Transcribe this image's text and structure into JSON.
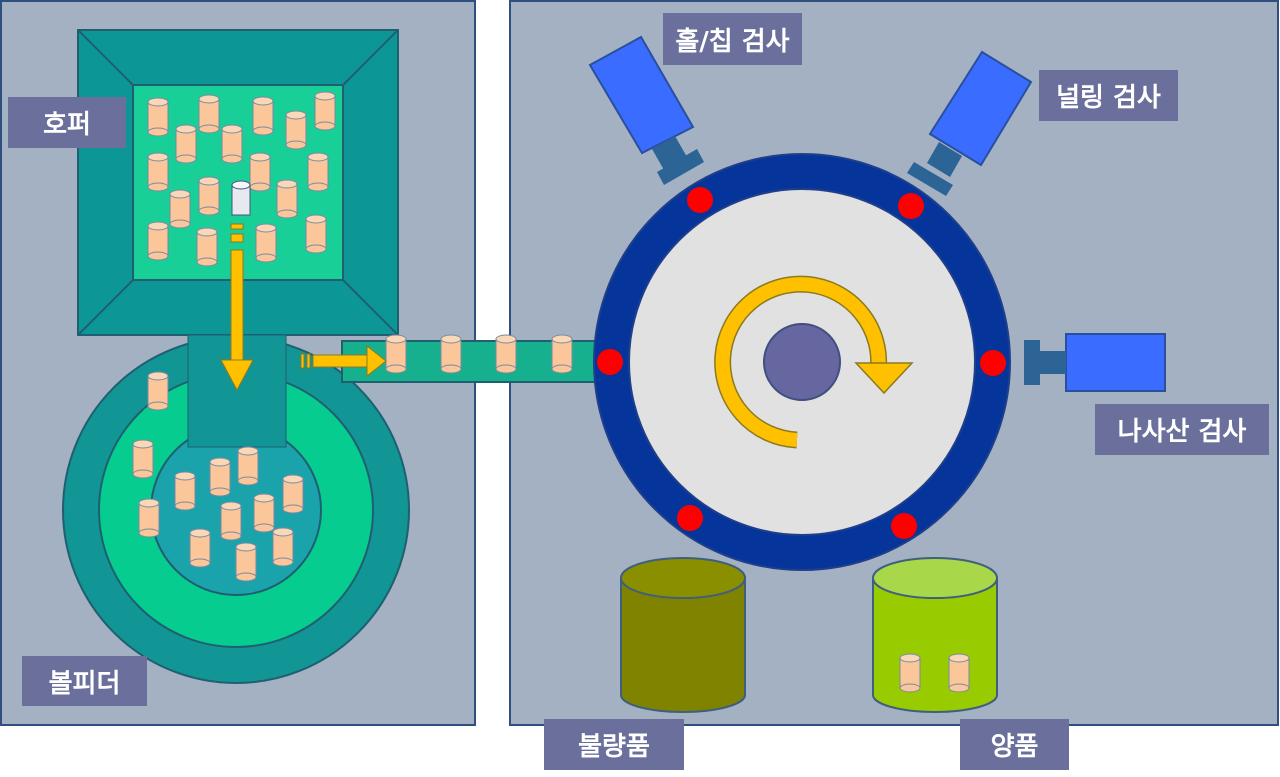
{
  "labels": {
    "hopper": "호퍼",
    "bowl_feeder": "볼피더",
    "hole_chip_inspection": "홀/칩 검사",
    "knurling_inspection": "널링 검사",
    "thread_inspection": "나사산 검사",
    "defective": "불량품",
    "good": "양품"
  },
  "colors": {
    "panel": "#a3b1c2",
    "hopper_outer": "#0c9696",
    "hopper_inner": "#17cf97",
    "bowl_outer": "#119595",
    "bowl_mid": "#06cc8f",
    "bowl_center": "#1ba3ac",
    "part": "#fac69a",
    "arrow": "#ffc000",
    "dial_ring": "#05349b",
    "dial_disc": "#e1e1e1",
    "dial_hub": "#6666a0",
    "sensor_dot": "#ff0000",
    "camera": "#3a6cff",
    "label_bg": "#6a6f9b",
    "bin_defective": "#7f8300",
    "bin_good": "#99cc00"
  },
  "icons": {
    "rotation": "clockwise-rotation-arrow-icon",
    "camera": "inspection-camera-icon"
  }
}
